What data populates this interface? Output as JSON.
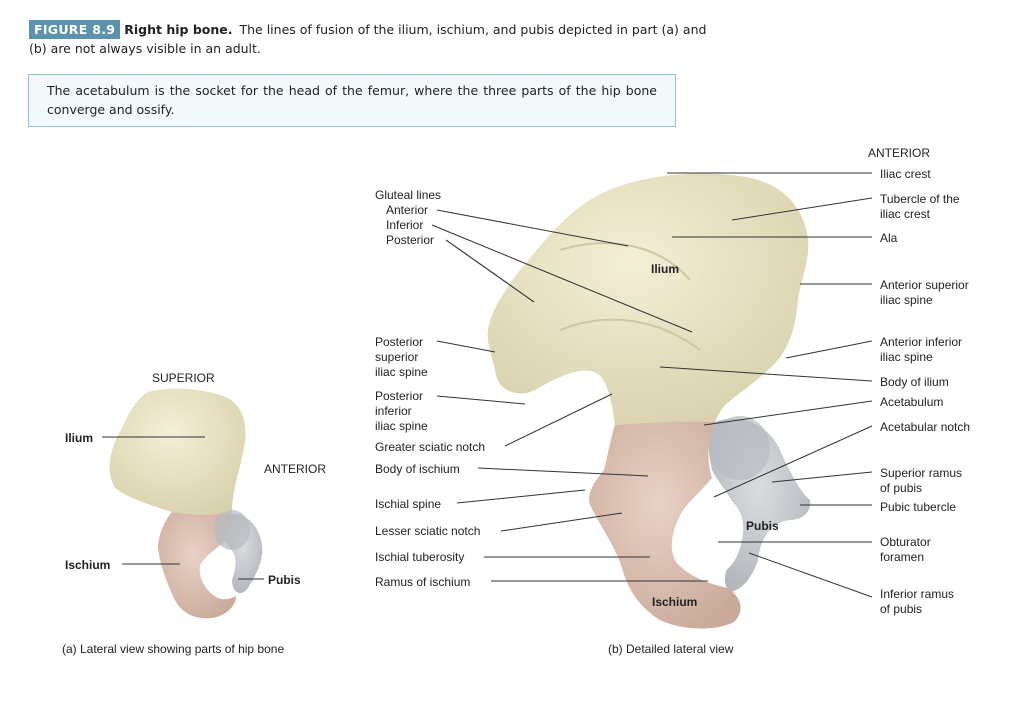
{
  "caption": {
    "figure_number": "FIGURE 8.9",
    "title": "Right hip bone.",
    "text": "The lines of fusion of the ilium, ischium, and pubis depicted in part (a) and (b) are not always visible in an adult."
  },
  "note": "The acetabulum is the socket for the head of the femur, where the three parts of the hip bone converge and ossify.",
  "part_a": {
    "superior": "SUPERIOR",
    "anterior": "ANTERIOR",
    "ilium": "Ilium",
    "ischium": "Ischium",
    "pubis": "Pubis",
    "subtitle": "(a) Lateral view showing  parts of hip bone"
  },
  "part_b": {
    "anterior_heading": "ANTERIOR",
    "bone_ilium": "Ilium",
    "bone_pubis": "Pubis",
    "bone_ischium": "Ischium",
    "left_labels": {
      "gluteal_lines": "Gluteal lines",
      "gl_anterior": "Anterior",
      "gl_inferior": "Inferior",
      "gl_posterior": "Posterior",
      "psis_1": "Posterior",
      "psis_2": "superior",
      "psis_3": "iliac spine",
      "piis_1": "Posterior",
      "piis_2": "inferior",
      "piis_3": "iliac spine",
      "greater_sciatic_notch": "Greater sciatic notch",
      "body_of_ischium": "Body of ischium",
      "ischial_spine": "Ischial spine",
      "lesser_sciatic_notch": "Lesser sciatic notch",
      "ischial_tuberosity": "Ischial tuberosity",
      "ramus_of_ischium": "Ramus of ischium"
    },
    "right_labels": {
      "iliac_crest": "Iliac crest",
      "tubercle_1": "Tubercle of the",
      "tubercle_2": "iliac crest",
      "ala": "Ala",
      "asis_1": "Anterior superior",
      "asis_2": "iliac spine",
      "aiis_1": "Anterior inferior",
      "aiis_2": "iliac spine",
      "body_of_ilium": "Body of ilium",
      "acetabulum": "Acetabulum",
      "acetabular_notch": "Acetabular notch",
      "sup_ramus_1": "Superior ramus",
      "sup_ramus_2": "of pubis",
      "pubic_tubercle": "Pubic tubercle",
      "obturator_1": "Obturator",
      "obturator_2": "foramen",
      "inf_ramus_1": "Inferior ramus",
      "inf_ramus_2": "of pubis"
    },
    "subtitle": "(b) Detailed lateral view"
  },
  "colors": {
    "badge": "#5b93ad",
    "note_border": "#8ec3cf",
    "ilium_bone": "#ece6c8",
    "ischium_bone": "#dcc2b4",
    "pubis_bone": "#c4c7cb",
    "leader_line": "#333333"
  }
}
